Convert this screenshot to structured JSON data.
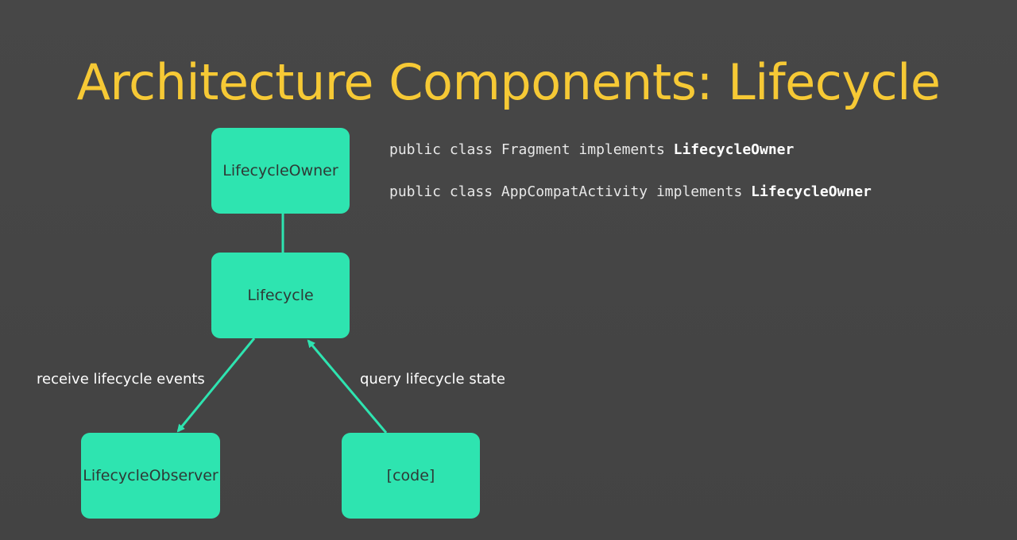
{
  "slide": {
    "title": "Architecture Components: Lifecycle"
  },
  "diagram": {
    "nodes": {
      "owner": "LifecycleOwner",
      "lifecycle": "Lifecycle",
      "observer": "LifecycleObserver",
      "code": "[code]"
    },
    "edges": {
      "receive_label": "receive lifecycle events",
      "query_label": "query lifecycle state"
    }
  },
  "code": {
    "lines": [
      {
        "prefix": "public class Fragment implements ",
        "bold": "LifecycleOwner"
      },
      {
        "prefix": "public class AppCompatActivity implements ",
        "bold": "LifecycleOwner"
      }
    ]
  },
  "colors": {
    "title": "#f6c935",
    "node": "#2ee4b0",
    "background": "#454545"
  }
}
